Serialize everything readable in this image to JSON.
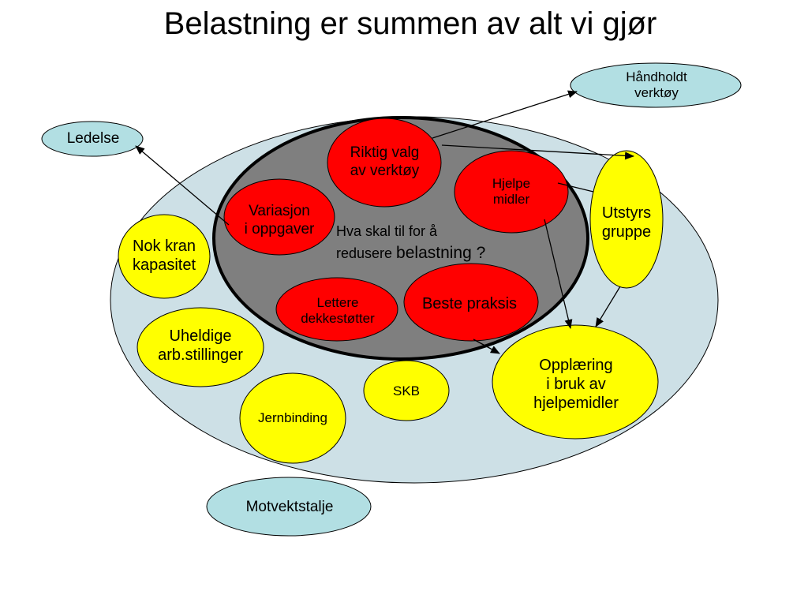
{
  "title": "Belastning er summen av alt vi gjør",
  "center_question": {
    "line1": "Hva skal til for å",
    "line2_small": "redusere ",
    "line2_big": "belastning ?"
  },
  "red_items": {
    "riktig_valg": "Riktig valg\nav verktøy",
    "hjelpe_midler": "Hjelpe\nmidler",
    "variasjon": "Variasjon\ni oppgaver",
    "lettere": "Lettere\ndekkestøtter",
    "beste_praksis": "Beste praksis"
  },
  "yellow_items": {
    "nok_kran": "Nok kran\nkapasitet",
    "uheldige": "Uheldige\narb.stillinger",
    "jernbinding": "Jernbinding",
    "skb": "SKB",
    "opplaering": "Opplæring\ni bruk av\nhjelpemidler",
    "utstyrs": "Utstyrs\ngruppe"
  },
  "cyan_items": {
    "ledelse": "Ledelse",
    "handholdt": "Håndholdt\nverktøy",
    "motvektstalje": "Motvektstalje"
  },
  "colors": {
    "outer_fill": "#cde0e6",
    "inner_fill": "#7f7f7f",
    "red": "#ff0000",
    "yellow": "#ffff00",
    "cyan": "#b2dfe3"
  }
}
